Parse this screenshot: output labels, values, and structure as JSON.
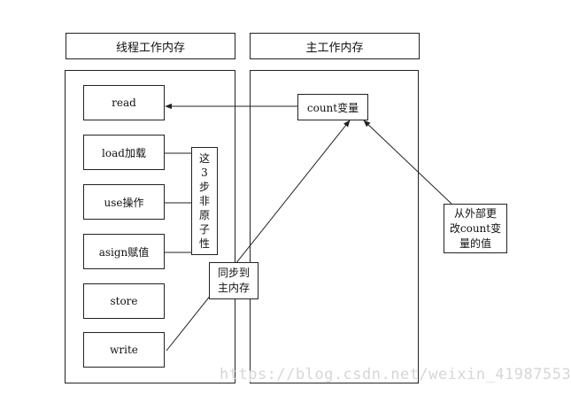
{
  "headers": {
    "thread_memory": "线程工作内存",
    "main_memory": "主工作内存"
  },
  "thread_steps": [
    "read",
    "load加载",
    "use操作",
    "asign赋值",
    "store",
    "write"
  ],
  "main_var": "count变量",
  "non_atomic_note": [
    "这",
    "3",
    "步",
    "非",
    "原",
    "子",
    "性"
  ],
  "sync_note": [
    "同步到",
    "主内存"
  ],
  "external_change_note": [
    "从外部更",
    "改count变",
    "量的值"
  ],
  "watermark": "https://blog.csdn.net/weixin_41987553"
}
